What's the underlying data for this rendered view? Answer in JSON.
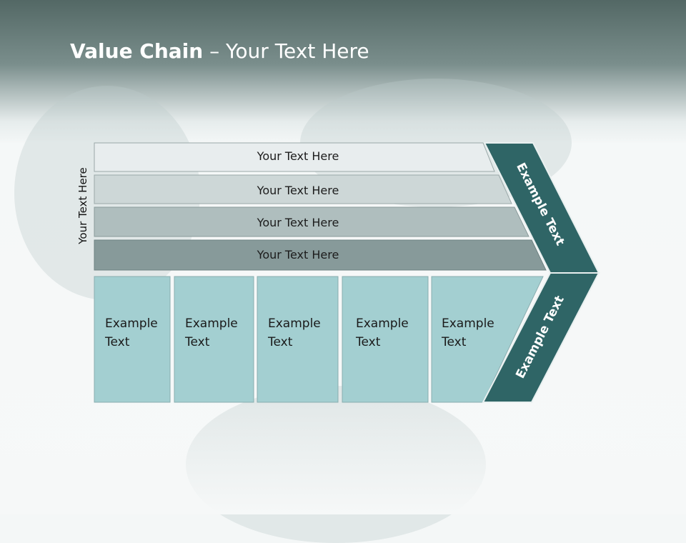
{
  "title": {
    "bold": "Value Chain",
    "rest": " – Your Text Here"
  },
  "side_label": "Your Text Here",
  "bars": [
    {
      "label": "Your Text Here",
      "color": "#e8edee"
    },
    {
      "label": "Your Text Here",
      "color": "#cdd7d7"
    },
    {
      "label": "Your Text Here",
      "color": "#afbebe"
    },
    {
      "label": "Your Text Here",
      "color": "#879a9a"
    }
  ],
  "boxes": [
    {
      "line1": "Example",
      "line2": "Text"
    },
    {
      "line1": "Example",
      "line2": "Text"
    },
    {
      "line1": "Example",
      "line2": "Text"
    },
    {
      "line1": "Example",
      "line2": "Text"
    },
    {
      "line1": "Example",
      "line2": "Text"
    }
  ],
  "arrow": {
    "upper_label": "Example Text",
    "lower_label": "Example Text",
    "color": "#2f6566"
  },
  "colors": {
    "box_fill": "#a3cfd1",
    "box_border": "#8aaeb0"
  }
}
